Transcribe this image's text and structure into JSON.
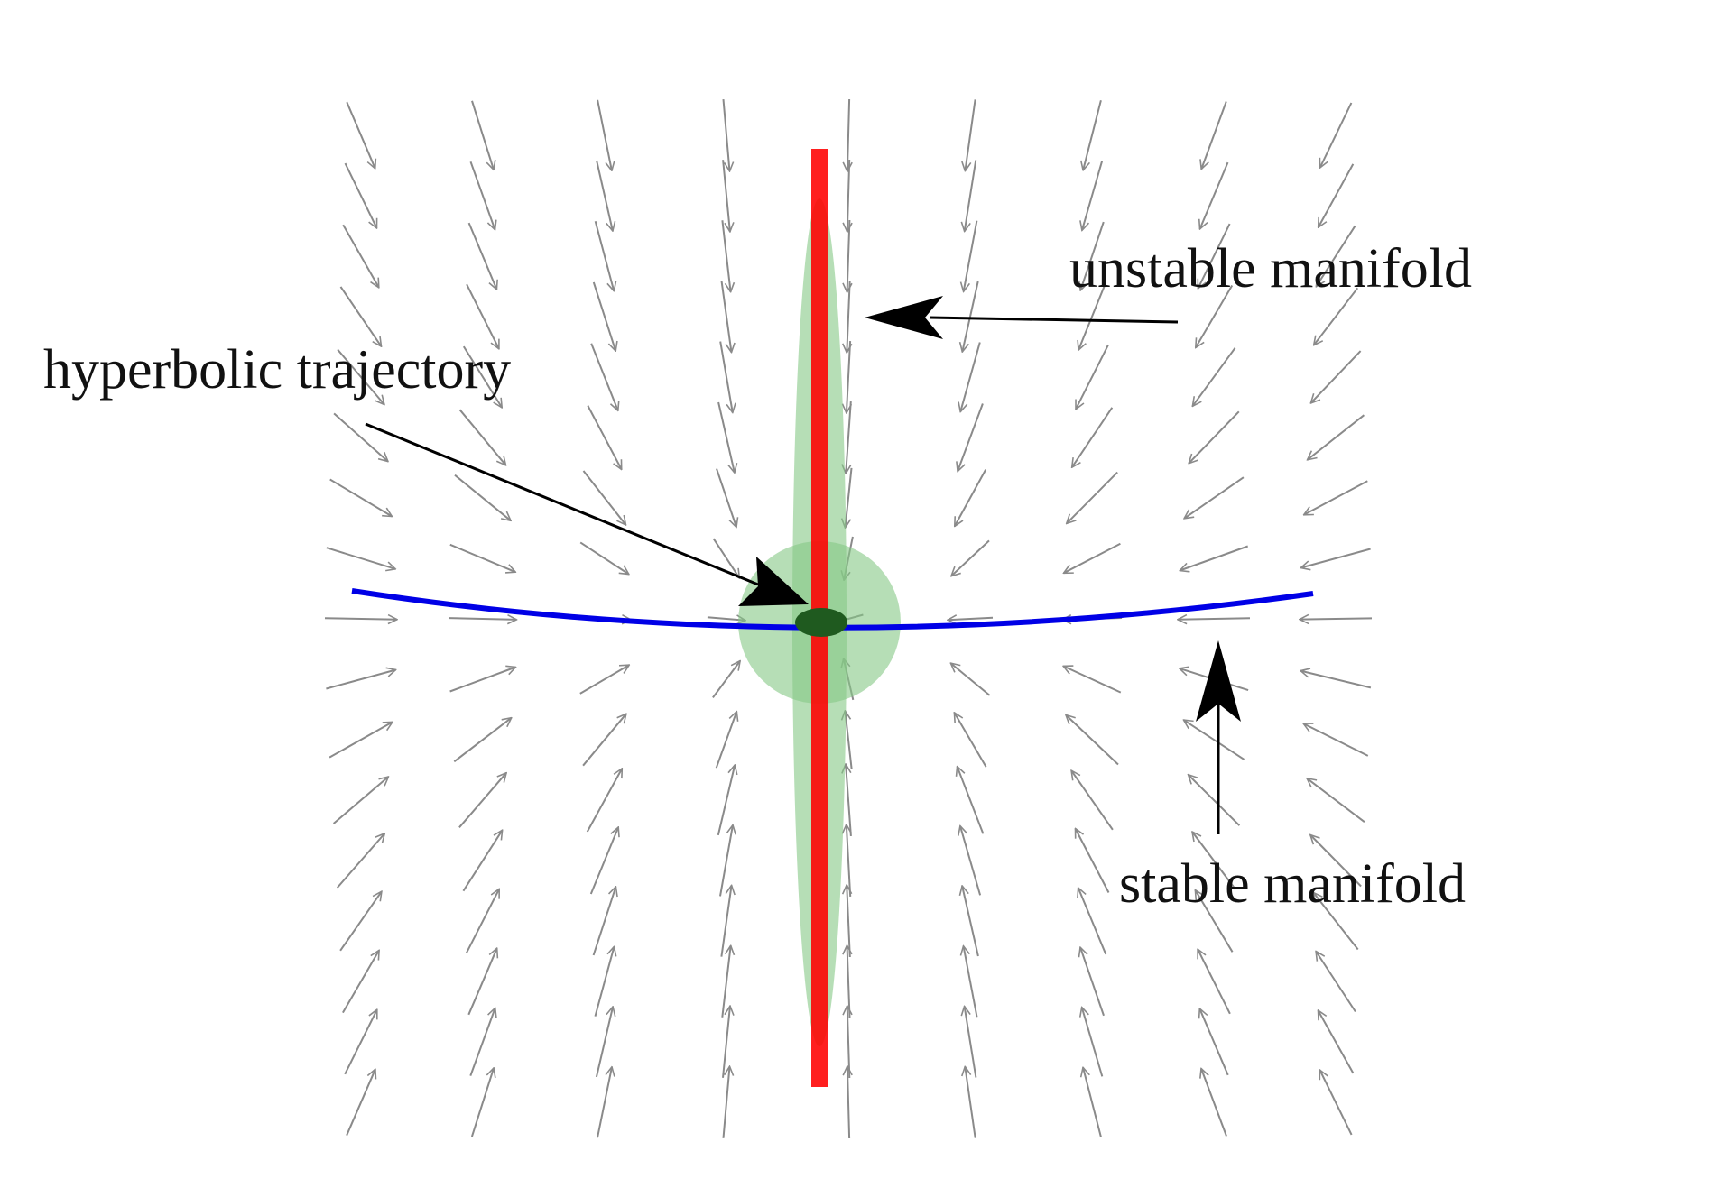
{
  "diagram": {
    "labels": {
      "unstable": "unstable manifold",
      "hyperbolic": "hyperbolic trajectory",
      "stable": "stable manifold"
    },
    "colors": {
      "background": "#ffffff",
      "vector_field_arrows": "#8a8a8a",
      "unstable_manifold": "#ff0000",
      "stable_manifold": "#0000e6",
      "uncertainty_region": "#86c886",
      "hyperbolic_point": "#1f5a1f",
      "annotation_arrows": "#000000"
    },
    "vector_field": {
      "grid_columns": 9,
      "grid_rows": 17,
      "field": "saddle"
    }
  }
}
